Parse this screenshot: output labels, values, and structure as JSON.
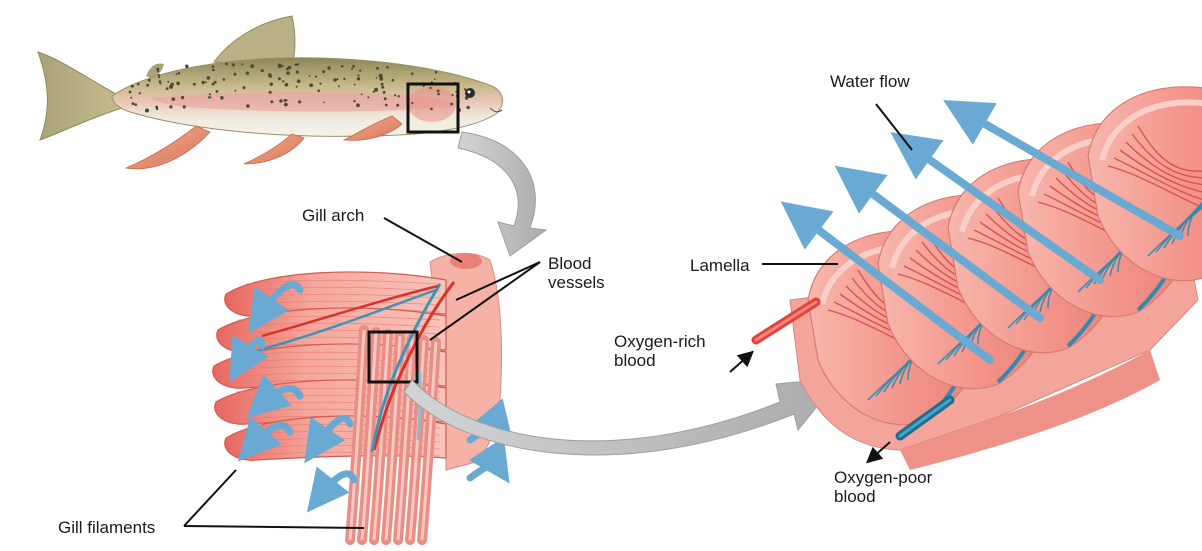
{
  "labels": {
    "water_flow": "Water flow",
    "gill_arch": "Gill arch",
    "blood_vessels": "Blood\nvessels",
    "lamella": "Lamella",
    "oxygen_rich": "Oxygen-rich\nblood",
    "oxygen_poor": "Oxygen-poor\nblood",
    "gill_filaments": "Gill filaments"
  },
  "colors": {
    "fish_back": "#8f8a5a",
    "fish_belly": "#f2efe4",
    "fish_stripe": "#e7a3a0",
    "fin": "#e58a6d",
    "tissue": "#f4a39c",
    "tissue_dark": "#d9584f",
    "tissue_light": "#fbd2cb",
    "artery_red": "#d7322b",
    "vein_blue": "#2f8bb0",
    "water_arrow": "#6aa9d2",
    "big_arrow": "#b9bbbd"
  },
  "icons": [
    "magnify-box",
    "curved-arrow",
    "water-arrow"
  ]
}
